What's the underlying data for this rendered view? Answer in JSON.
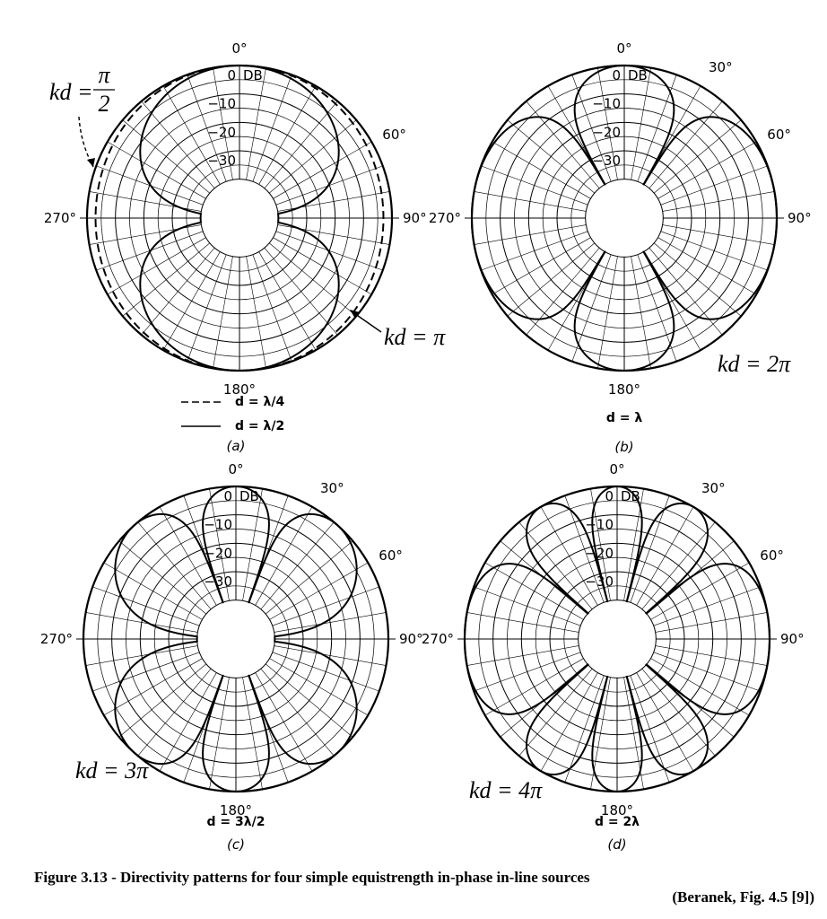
{
  "chart_data": [
    {
      "type": "polar",
      "panel_label": "(a)",
      "top_label": "0°",
      "db_unit": "DB",
      "angle_labels": [
        "0°",
        "60°",
        "90°",
        "180°",
        "270°"
      ],
      "radial_ticks": [
        "0",
        "-10",
        "-20",
        "-30"
      ],
      "rlim_db": [
        -40,
        0
      ],
      "grid": true,
      "annotations": [
        {
          "text": "kd = π/2",
          "kd_numerator": "π",
          "kd_denominator": "2"
        },
        {
          "text": "kd = π"
        }
      ],
      "legend": [
        {
          "text": "d = λ/4",
          "style": "dashed",
          "kd": "pi/2"
        },
        {
          "text": "d = λ/2",
          "style": "solid",
          "kd": "pi"
        }
      ],
      "series": [
        {
          "name": "d = λ/4",
          "kd_over_pi": 0.5,
          "style": "dashed"
        },
        {
          "name": "d = λ/2",
          "kd_over_pi": 1.0,
          "style": "solid"
        }
      ]
    },
    {
      "type": "polar",
      "panel_label": "(b)",
      "top_label": "0°",
      "db_unit": "DB",
      "angle_labels": [
        "0°",
        "30°",
        "60°",
        "90°",
        "180°",
        "270°"
      ],
      "radial_ticks": [
        "0",
        "-10",
        "-20",
        "-30"
      ],
      "rlim_db": [
        -40,
        0
      ],
      "grid": true,
      "annotations": [
        {
          "text": "kd = 2π"
        }
      ],
      "legend": [
        {
          "text": "d = λ"
        }
      ],
      "series": [
        {
          "name": "d = λ",
          "kd_over_pi": 2.0,
          "style": "solid"
        }
      ]
    },
    {
      "type": "polar",
      "panel_label": "(c)",
      "top_label": "0°",
      "db_unit": "DB",
      "angle_labels": [
        "0°",
        "30°",
        "60°",
        "90°",
        "180°",
        "270°"
      ],
      "radial_ticks": [
        "0",
        "-10",
        "-20",
        "-30"
      ],
      "rlim_db": [
        -40,
        0
      ],
      "grid": true,
      "annotations": [
        {
          "text": "kd = 3π"
        }
      ],
      "legend": [
        {
          "text": "d = 3λ/2"
        }
      ],
      "series": [
        {
          "name": "d = 3λ/2",
          "kd_over_pi": 3.0,
          "style": "solid"
        }
      ]
    },
    {
      "type": "polar",
      "panel_label": "(d)",
      "top_label": "0°",
      "db_unit": "DB",
      "angle_labels": [
        "0°",
        "30°",
        "60°",
        "90°",
        "180°",
        "270°"
      ],
      "radial_ticks": [
        "0",
        "-10",
        "-20",
        "-30"
      ],
      "rlim_db": [
        -40,
        0
      ],
      "grid": true,
      "annotations": [
        {
          "text": "kd = 4π"
        }
      ],
      "legend": [
        {
          "text": "d = 2λ"
        }
      ],
      "series": [
        {
          "name": "d = 2λ",
          "kd_over_pi": 4.0,
          "style": "solid"
        }
      ]
    }
  ],
  "caption": "Figure 3.13 - Directivity patterns for four simple equistrength in-phase in-line sources",
  "source": "(Beranek, Fig. 4.5 [9])"
}
